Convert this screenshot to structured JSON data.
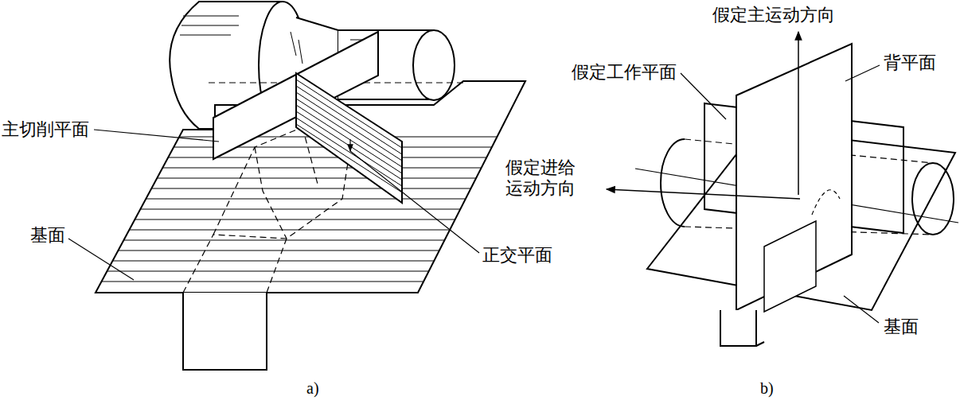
{
  "diagram": {
    "labels": [
      "主切削平面",
      "基面",
      "正交平面",
      "a)",
      "假定主运动方向",
      "假定工作平面",
      "背平面",
      "假定进给 运动方向",
      "基面",
      "b)"
    ]
  }
}
